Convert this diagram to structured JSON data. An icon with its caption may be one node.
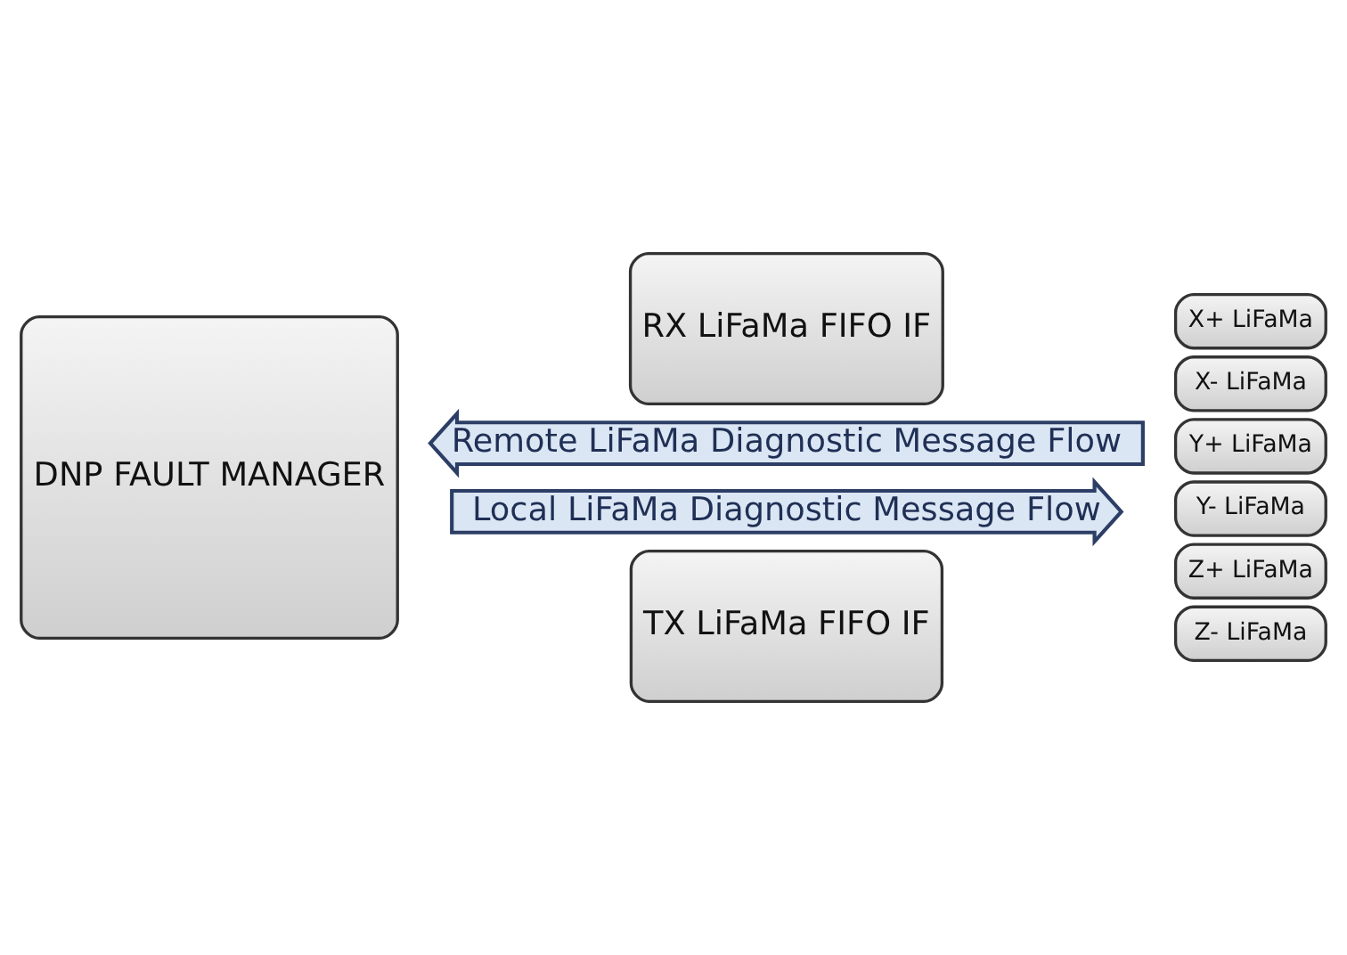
{
  "diagram": {
    "nodes": [
      {
        "text": [
          "Local LiFaMa Diagnostic Message Flow"
        ]
      },
      {
        "text": [
          "DNP FAULT MANAGER"
        ]
      },
      {
        "text": [
          "TX LiFaMa FIFO IF"
        ]
      },
      {
        "text": [
          "RX LiFaMa FIFO IF"
        ]
      },
      {
        "text": [
          "X+ LiFaMa"
        ]
      },
      {
        "text": [
          "X- LiFaMa"
        ]
      },
      {
        "text": [
          "Y+ LiFaMa"
        ]
      },
      {
        "text": [
          "Y- LiFaMa"
        ]
      },
      {
        "text": [
          "Z+ LiFaMa"
        ]
      },
      {
        "text": [
          "Z- LiFaMa"
        ]
      },
      {
        "text": [
          "Remote LiFaMa Diagnostic Message Flow"
        ]
      }
    ],
    "edges": []
  }
}
